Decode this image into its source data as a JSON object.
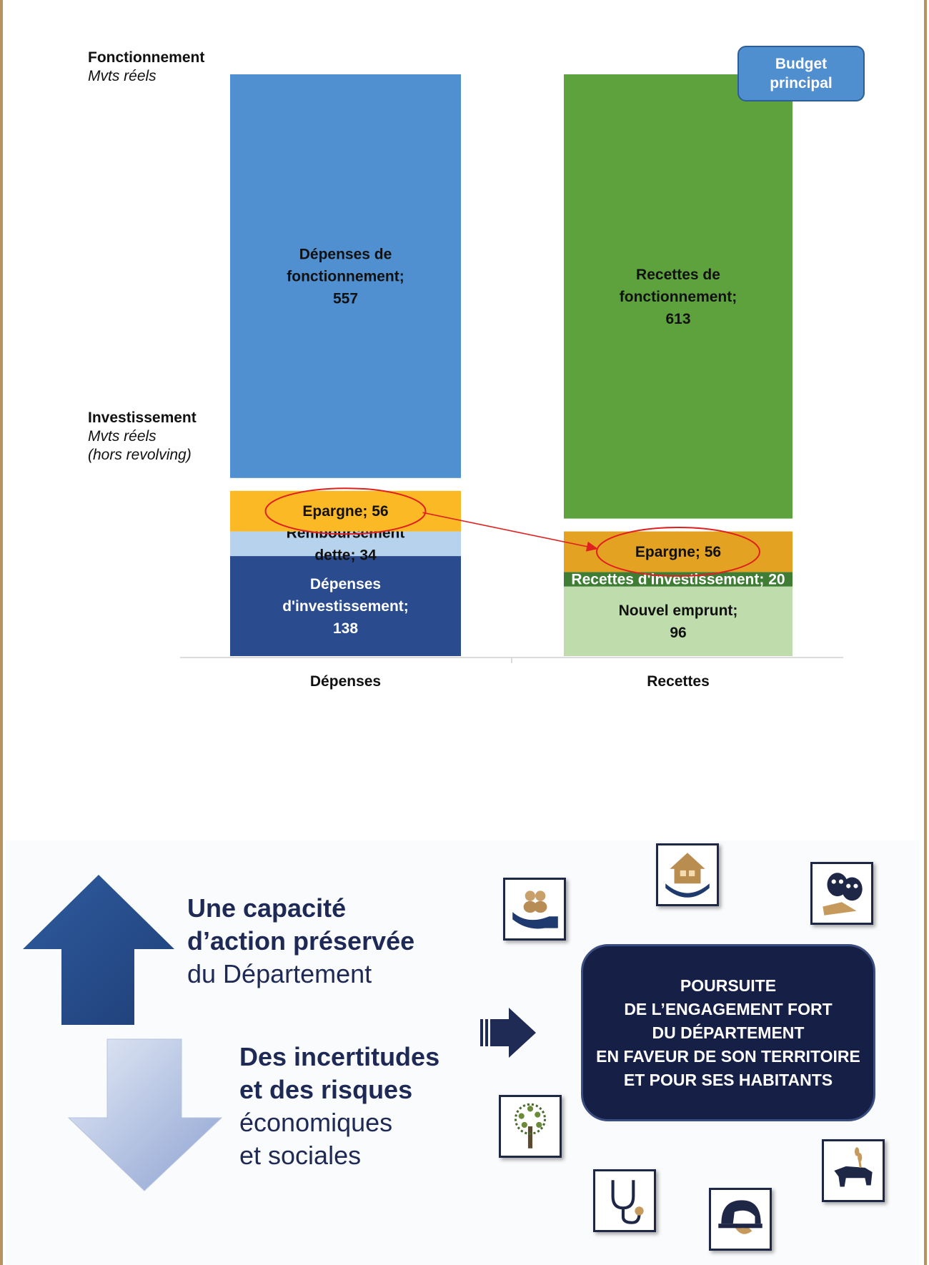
{
  "sections": {
    "fonctionnement": {
      "title": "Fonctionnement",
      "subtitle": "Mvts réels"
    },
    "investissement": {
      "title": "Investissement",
      "subtitle": "Mvts réels",
      "note": "(hors revolving)"
    }
  },
  "badge": {
    "line1": "Budget",
    "line2": "principal"
  },
  "chart_data": {
    "type": "bar",
    "stacked": true,
    "categories": [
      "Dépenses",
      "Recettes"
    ],
    "grid": false,
    "legend": "none",
    "columns": [
      {
        "category": "Dépenses",
        "segments": [
          {
            "label_lines": [
              "Dépenses",
              "d'investissement;",
              "138"
            ],
            "name": "Dépenses d'investissement",
            "value": 138,
            "color": "#2a4b8d",
            "text_color": "#ffffff"
          },
          {
            "label_lines": [
              "Remboursement",
              "dette; 34"
            ],
            "name": "Remboursement dette",
            "value": 34,
            "color": "#b6d2ec",
            "text_color": "#111111"
          },
          {
            "label_lines": [
              "Epargne; 56"
            ],
            "name": "Epargne",
            "value": 56,
            "color": "#fcb926",
            "text_color": "#111111",
            "circled": true
          },
          {
            "label_lines": [
              "Dépenses de",
              "fonctionnement;",
              "557"
            ],
            "name": "Dépenses de fonctionnement",
            "value": 557,
            "color": "#5090d0",
            "text_color": "#111111"
          }
        ]
      },
      {
        "category": "Recettes",
        "segments": [
          {
            "label_lines": [
              "Nouvel emprunt;",
              "96"
            ],
            "name": "Nouvel emprunt",
            "value": 96,
            "color": "#bedcac",
            "text_color": "#111111"
          },
          {
            "label_lines": [
              "Recettes d'investissement; 20"
            ],
            "name": "Recettes d'investissement",
            "value": 20,
            "color": "#3e7d33",
            "text_color": "#ffffff"
          },
          {
            "label_lines": [
              "Epargne; 56"
            ],
            "name": "Epargne",
            "value": 56,
            "color": "#e3a221",
            "text_color": "#111111",
            "circled": true
          },
          {
            "label_lines": [
              "Recettes de",
              "fonctionnement;",
              "613"
            ],
            "name": "Recettes de fonctionnement",
            "value": 613,
            "color": "#5ea23e",
            "text_color": "#111111"
          }
        ]
      }
    ],
    "arrow": {
      "from": "Dépenses / Epargne",
      "to": "Recettes / Epargne",
      "color": "#e02020"
    }
  },
  "message": {
    "up": {
      "bold1": "Une capacité",
      "bold2": "d’action préservée",
      "normal": "du Département"
    },
    "down": {
      "bold1": "Des incertitudes",
      "bold2": "et des risques",
      "normal1": "économiques",
      "normal2": "et sociales"
    },
    "engagement": [
      "POURSUITE",
      "DE L’ENGAGEMENT FORT",
      "DU DÉPARTEMENT",
      "EN FAVEUR DE SON TERRITOIRE",
      "ET POUR SES HABITANTS"
    ]
  },
  "icons": [
    "hand-people-icon",
    "house-hand-icon",
    "theatre-masks-icon",
    "tree-icon",
    "cow-wheat-icon",
    "stethoscope-icon",
    "firefighter-helmet-icon"
  ],
  "colors": {
    "navy": "#162046",
    "navy_text": "#1e2a55",
    "frame": "#b8935e",
    "arrow_up": "#2c5494",
    "arrow_down": "#b4c3e4"
  }
}
